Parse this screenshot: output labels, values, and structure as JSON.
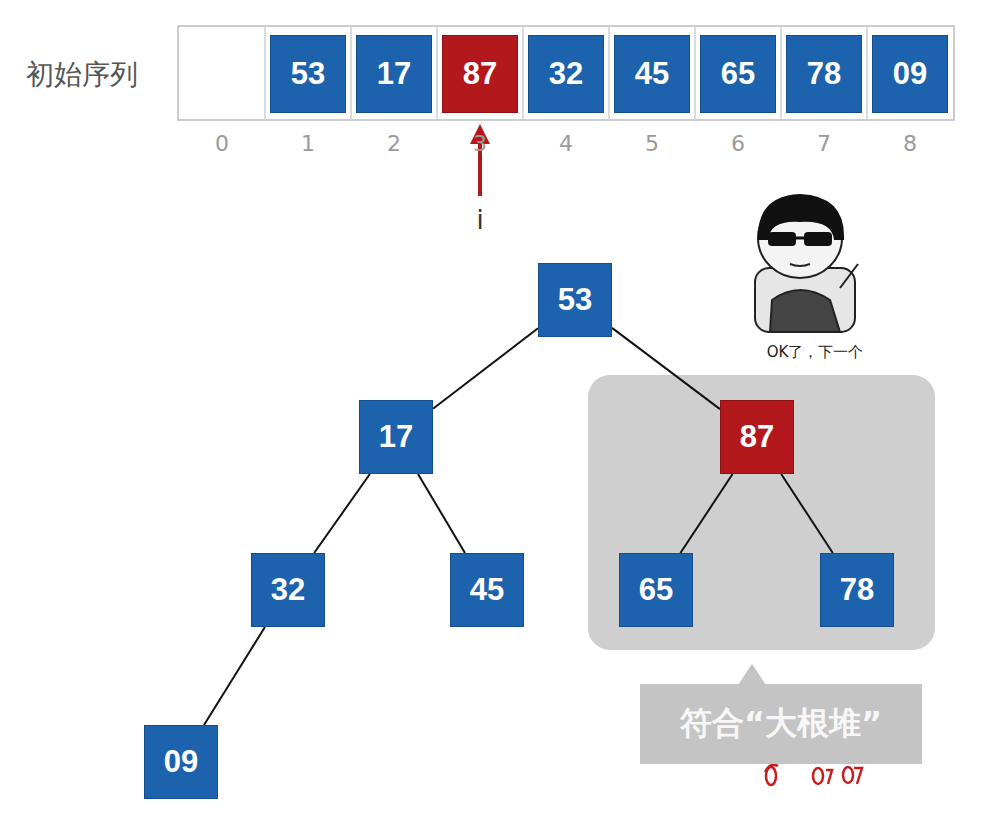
{
  "diagram": {
    "nodes": [
      {
        "text": [
          "53"
        ]
      },
      {
        "text": [
          "17"
        ]
      },
      {
        "text": [
          "87"
        ]
      },
      {
        "text": [
          "32"
        ]
      },
      {
        "text": [
          "45"
        ]
      },
      {
        "text": [
          "65"
        ]
      },
      {
        "text": [
          "78"
        ]
      },
      {
        "text": [
          "09"
        ]
      },
      {
        "text": [
          "53"
        ]
      },
      {
        "text": [
          "17"
        ]
      },
      {
        "text": [
          "87"
        ]
      },
      {
        "text": [
          "32"
        ]
      },
      {
        "text": [
          "45"
        ]
      },
      {
        "text": [
          "65"
        ]
      },
      {
        "text": [
          "78"
        ]
      },
      {
        "text": [
          "09"
        ]
      },
      {
        "text": [
          "符合“大根堆”"
        ]
      }
    ],
    "edges": [
      {
        "from": 8,
        "to": 9,
        "arrow": "none"
      },
      {
        "from": 8,
        "to": 10,
        "arrow": "none"
      },
      {
        "from": 9,
        "to": 11,
        "arrow": "none"
      },
      {
        "from": 9,
        "to": 12,
        "arrow": "none"
      },
      {
        "from": 10,
        "to": 13,
        "arrow": "none"
      },
      {
        "from": 10,
        "to": 14,
        "arrow": "none"
      },
      {
        "from": 11,
        "to": 15,
        "arrow": "none"
      }
    ],
    "labels": [
      "初始序列",
      "0",
      "1",
      "2",
      "3",
      "4",
      "5",
      "6",
      "7",
      "8",
      "i",
      "OK了，下一个"
    ]
  }
}
